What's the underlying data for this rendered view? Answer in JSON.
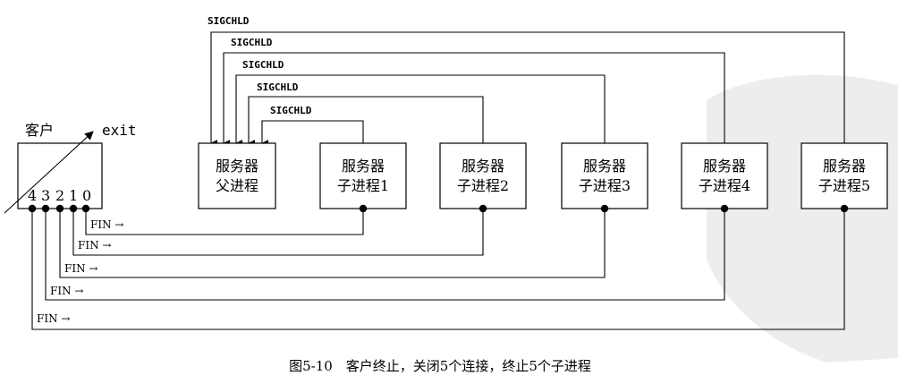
{
  "client": {
    "label": "客户",
    "exit_label": "exit",
    "ports": [
      "4",
      "3",
      "2",
      "1",
      "0"
    ]
  },
  "parent": {
    "line1": "服务器",
    "line2": "父进程"
  },
  "children": [
    {
      "line1": "服务器",
      "line2": "子进程1"
    },
    {
      "line1": "服务器",
      "line2": "子进程2"
    },
    {
      "line1": "服务器",
      "line2": "子进程3"
    },
    {
      "line1": "服务器",
      "line2": "子进程4"
    },
    {
      "line1": "服务器",
      "line2": "子进程5"
    }
  ],
  "signals": [
    "SIGCHLD",
    "SIGCHLD",
    "SIGCHLD",
    "SIGCHLD",
    "SIGCHLD"
  ],
  "fin_labels": [
    "FIN →",
    "FIN →",
    "FIN →",
    "FIN →",
    "FIN →"
  ],
  "caption": "图5-10　客户终止，关闭5个连接，终止5个子进程",
  "colors": {
    "line": "#000000",
    "watermark": "#d8d8d8"
  }
}
